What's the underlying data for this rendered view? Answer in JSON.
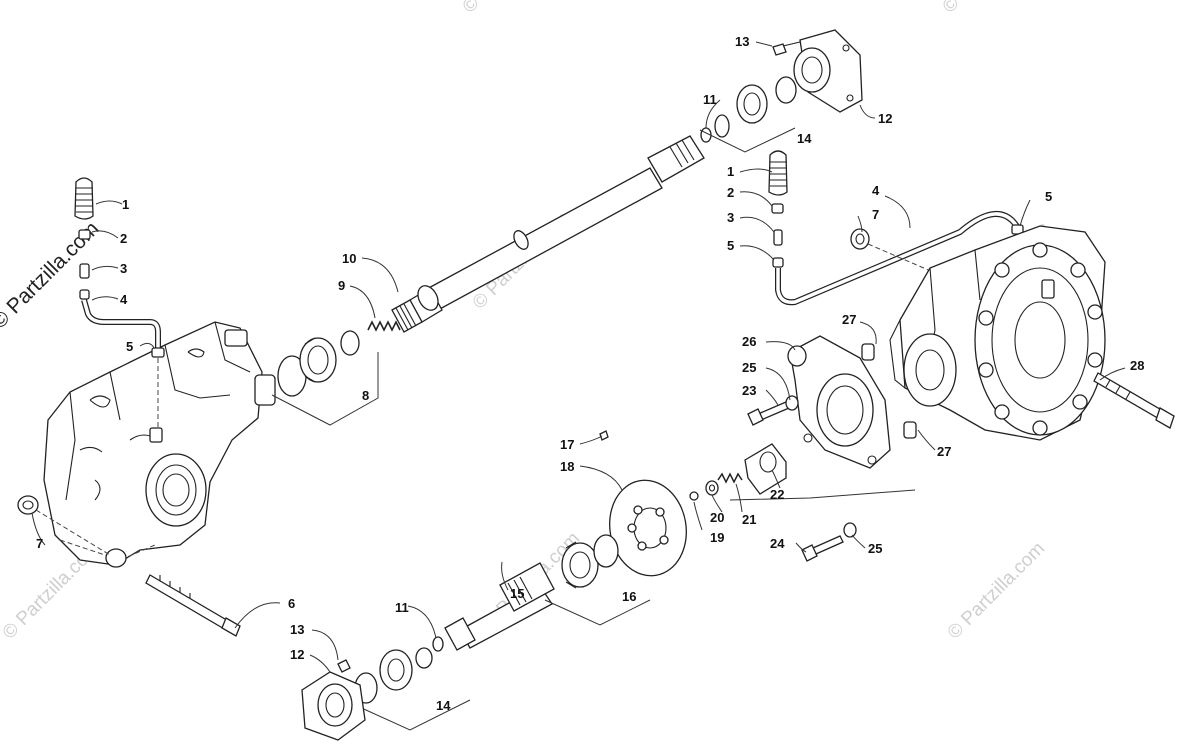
{
  "watermark": {
    "text": "© Partzilla.com",
    "color": "#cfcfcf"
  },
  "callouts": {
    "c1a": "1",
    "c2a": "2",
    "c3a": "3",
    "c4a": "4",
    "c5a": "5",
    "c7a": "7",
    "c6": "6",
    "c8": "8",
    "c9": "9",
    "c10": "10",
    "c11a": "11",
    "c12a": "12",
    "c13a": "13",
    "c14a": "14",
    "c1b": "1",
    "c2b": "2",
    "c3b": "3",
    "c5b": "5",
    "c4b": "4",
    "c5c": "5",
    "c7b": "7",
    "c27a": "27",
    "c26": "26",
    "c25a": "25",
    "c23": "23",
    "c28": "28",
    "c27b": "27",
    "c17": "17",
    "c18": "18",
    "c22": "22",
    "c20": "20",
    "c21": "21",
    "c19": "19",
    "c24": "24",
    "c25b": "25",
    "c15": "15",
    "c16": "16",
    "c11b": "11",
    "c13b": "13",
    "c12b": "12",
    "c14b": "14"
  }
}
